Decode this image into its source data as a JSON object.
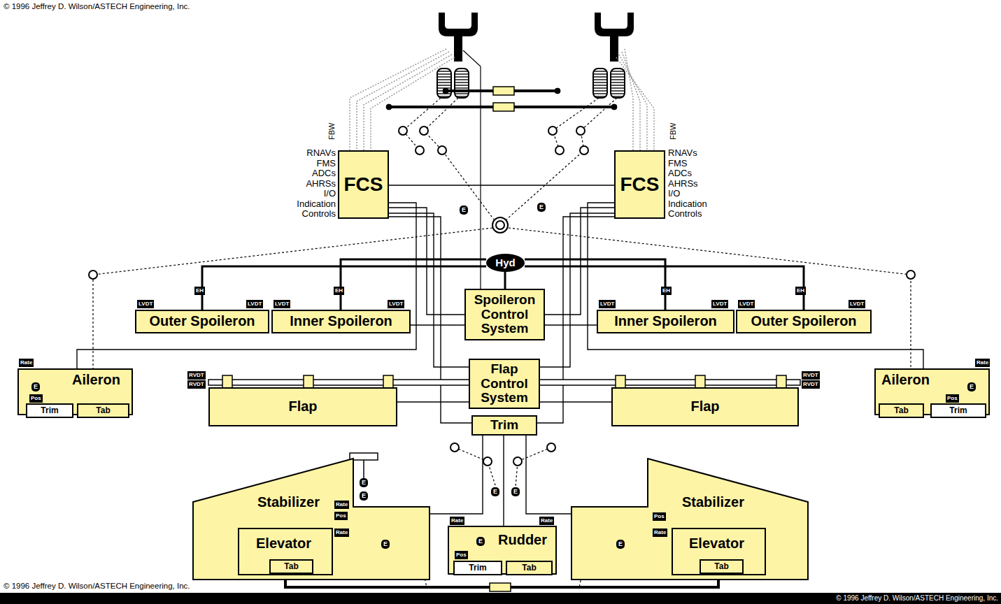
{
  "diagram": {
    "nodes": [
      {
        "text": [
          "FCS"
        ]
      },
      {
        "text": [
          "FCS"
        ]
      },
      {
        "text": [
          "Hyd"
        ]
      },
      {
        "text": [
          "Outer Spoileron"
        ]
      },
      {
        "text": [
          "Inner Spoileron"
        ]
      },
      {
        "text": [
          "Spoileron Control System"
        ]
      },
      {
        "text": [
          "Inner Spoileron"
        ]
      },
      {
        "text": [
          "Outer Spoileron"
        ]
      },
      {
        "text": [
          "Aileron"
        ]
      },
      {
        "text": [
          "Trim"
        ],
        "in": 8
      },
      {
        "text": [
          "Tab"
        ],
        "in": 8
      },
      {
        "text": [
          "Flap"
        ]
      },
      {
        "text": [
          "Flap Control System"
        ]
      },
      {
        "text": [
          "Flap"
        ]
      },
      {
        "text": [
          "Aileron"
        ]
      },
      {
        "text": [
          "Tab"
        ],
        "in": 14
      },
      {
        "text": [
          "Trim"
        ],
        "in": 14
      },
      {
        "text": [
          "Trim"
        ]
      },
      {
        "text": [
          "Stabilizer"
        ]
      },
      {
        "text": [
          "Elevator"
        ],
        "in": 18
      },
      {
        "text": [
          "Tab"
        ],
        "in": 19
      },
      {
        "text": [
          "Rudder"
        ]
      },
      {
        "text": [
          "Trim"
        ],
        "in": 21
      },
      {
        "text": [
          "Tab"
        ],
        "in": 21
      },
      {
        "text": [
          "Stabilizer"
        ]
      },
      {
        "text": [
          "Elevator"
        ],
        "in": 24
      },
      {
        "text": [
          "Tab"
        ],
        "in": 25
      }
    ],
    "edges": [
      {
        "from": 0,
        "to": 1,
        "arrow": "none"
      },
      {
        "from": 0,
        "to": 5,
        "arrow": "none"
      },
      {
        "from": 1,
        "to": 5,
        "arrow": "none"
      },
      {
        "from": 0,
        "to": 12,
        "arrow": "none"
      },
      {
        "from": 1,
        "to": 12,
        "arrow": "none"
      },
      {
        "from": 0,
        "to": 17,
        "arrow": "none"
      },
      {
        "from": 1,
        "to": 17,
        "arrow": "none"
      },
      {
        "from": 2,
        "to": 5,
        "arrow": "none"
      },
      {
        "from": 2,
        "to": 3,
        "arrow": "none"
      },
      {
        "from": 2,
        "to": 4,
        "arrow": "none"
      },
      {
        "from": 2,
        "to": 6,
        "arrow": "none"
      },
      {
        "from": 2,
        "to": 7,
        "arrow": "none"
      },
      {
        "from": 5,
        "to": 4,
        "arrow": "none"
      },
      {
        "from": 5,
        "to": 6,
        "arrow": "none"
      },
      {
        "from": 12,
        "to": 11,
        "arrow": "none"
      },
      {
        "from": 12,
        "to": 13,
        "arrow": "none"
      },
      {
        "from": 0,
        "to": 8,
        "arrow": "none"
      },
      {
        "from": 1,
        "to": 14,
        "arrow": "none"
      },
      {
        "from": 17,
        "to": 18,
        "arrow": "none"
      },
      {
        "from": 17,
        "to": 24,
        "arrow": "none"
      },
      {
        "from": 17,
        "to": 21,
        "arrow": "none"
      },
      {
        "from": 19,
        "to": 25,
        "arrow": "none"
      }
    ],
    "labels": [
      "© 1996 Jeffrey D. Wilson/ASTECH Engineering, Inc.",
      "FBW",
      "RNAVs",
      "FMS",
      "ADCs",
      "AHRSs",
      "I/O",
      "Indication",
      "Controls",
      "FBW",
      "RNAVs",
      "FMS",
      "ADCs",
      "AHRSs",
      "I/O",
      "Indication",
      "Controls",
      "LVDT",
      "LVDT",
      "LVDT",
      "LVDT",
      "LVDT",
      "LVDT",
      "LVDT",
      "LVDT",
      "EH",
      "EH",
      "EH",
      "EH",
      "Rate",
      "Pos",
      "E",
      "Rate",
      "Pos",
      "E",
      "RVDT",
      "RVDT",
      "RVDT",
      "RVDT",
      "Rate",
      "Pos",
      "Rate",
      "E",
      "E",
      "E",
      "E",
      "Rate",
      "Rate",
      "Pos",
      "E",
      "Pos",
      "Rate",
      "E",
      "E",
      "E",
      "E",
      "© 1996 Jeffrey D. Wilson/ASTECH Engineering, Inc.",
      "© 1996 Jeffrey D. Wilson/ASTECH Engineering, Inc."
    ]
  }
}
